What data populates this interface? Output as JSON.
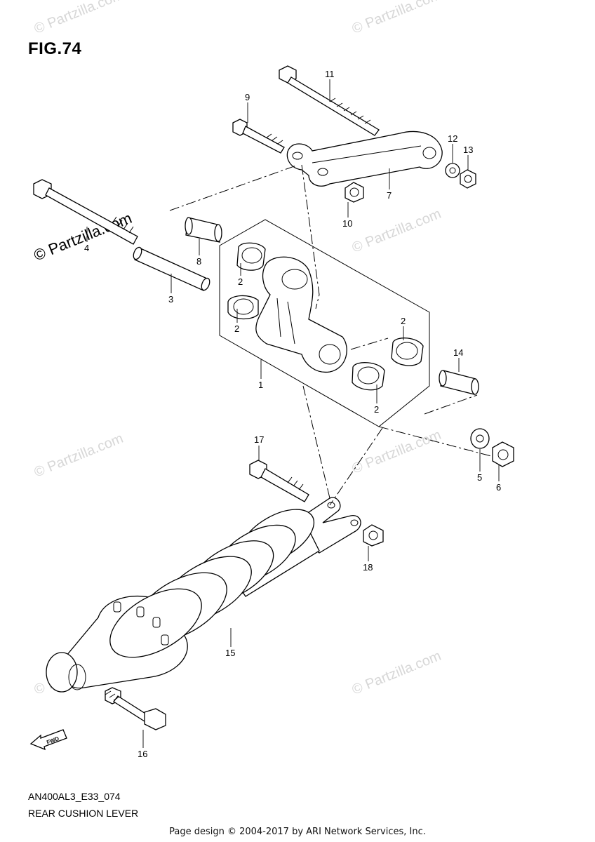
{
  "figure": {
    "title": "FIG.74",
    "code": "AN400AL3_E33_074",
    "name": "REAR CUSHION LEVER"
  },
  "watermark": {
    "text": "© Partzilla.com"
  },
  "footer": {
    "text": "Page design © 2004-2017 by ARI Network Services, Inc."
  },
  "callouts": [
    "1",
    "2",
    "2",
    "2",
    "2",
    "3",
    "4",
    "5",
    "6",
    "7",
    "8",
    "9",
    "10",
    "11",
    "12",
    "13",
    "14",
    "15",
    "16",
    "17",
    "18"
  ]
}
